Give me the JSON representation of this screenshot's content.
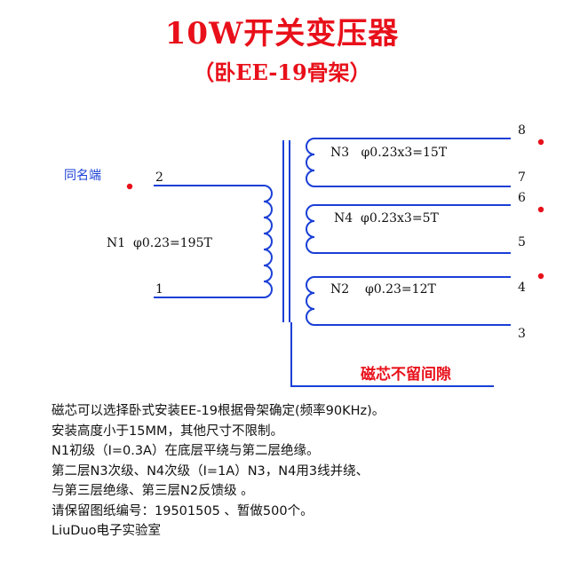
{
  "title": "10W开关变压器",
  "subtitle": "（卧EE-19骨架）",
  "diagram": {
    "same_name_label": "同名端",
    "primary": {
      "pin_top": "2",
      "pin_bottom": "1",
      "label": "N1  φ0.23=195T"
    },
    "secondaries": [
      {
        "pin_top": "8",
        "pin_bottom": "7",
        "label": "N3   φ0.23x3=15T"
      },
      {
        "pin_top": "6",
        "pin_bottom": "5",
        "label": "N4  φ0.23x3=5T"
      },
      {
        "pin_top": "4",
        "pin_bottom": "3",
        "label": "N2    φ0.23=12T"
      }
    ],
    "core_note": "磁芯不留间隙",
    "colors": {
      "dot": "#e8101a",
      "winding": "#1a3fd6",
      "core_note": "#e8101a",
      "pin_label": "#111111"
    }
  },
  "notes": [
    "磁芯可以选择卧式安装EE-19根据骨架确定(频率90KHz)。",
    "安装高度小于15MM，其他尺寸不限制。",
    "N1初级（I=0.3A）在底层平绕与第二层绝缘。",
    "第二层N3次级、N4次级（I=1A）N3，N4用3线并绕、",
    "与第三层绝缘、第三层N2反馈级 。",
    "请保留图纸编号：19501505 、暂做500个。",
    " LiuDuo电子实验室"
  ]
}
